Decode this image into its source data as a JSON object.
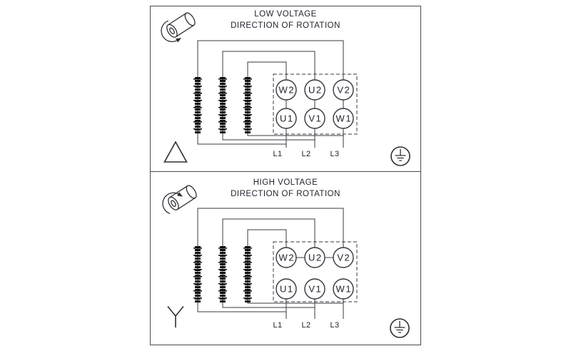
{
  "colors": {
    "ink": "#2f2f38",
    "panel_border": "#4a4a52",
    "background": "#ffffff"
  },
  "panels": [
    {
      "id": "low-voltage",
      "title": "LOW VOLTAGE",
      "subtitle": "DIRECTION OF ROTATION",
      "winding_symbol": "delta",
      "jumpers": "vertical",
      "terminals_top": [
        "W2",
        "U2",
        "V2"
      ],
      "terminals_bottom": [
        "U1",
        "V1",
        "W1"
      ],
      "supply_lines": [
        "L1",
        "L2",
        "L3"
      ]
    },
    {
      "id": "high-voltage",
      "title": "HIGH VOLTAGE",
      "subtitle": "DIRECTION OF ROTATION",
      "winding_symbol": "wye",
      "jumpers": "horizontal",
      "terminals_top": [
        "W2",
        "U2",
        "V2"
      ],
      "terminals_bottom": [
        "U1",
        "V1",
        "W1"
      ],
      "supply_lines": [
        "L1",
        "L2",
        "L3"
      ]
    }
  ]
}
